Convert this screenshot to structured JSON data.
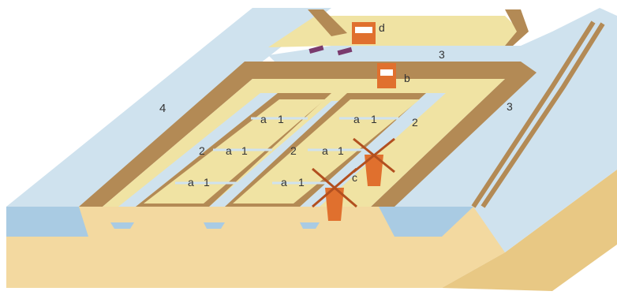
{
  "diagram": {
    "labels": {
      "sluice_a": "a",
      "pump_station_b": "b",
      "windmill_c": "c",
      "pumping_station_d": "d",
      "polder_ditch": "1",
      "polder_drain": "2",
      "storage_canal": "3",
      "ring_canal": "4"
    },
    "colors": {
      "land": "#f0e3a3",
      "land_dark": "#e6d38a",
      "earth": "#f3d9a0",
      "earth_side": "#e8c884",
      "dike": "#b38a55",
      "dike_light": "#d9b37a",
      "water": "#cfe2ee",
      "water_deep": "#a9cbe3",
      "mill": "#e0702e",
      "mill_dark": "#b24f1f",
      "gate": "#7a3b6e"
    },
    "icons": [
      "windmill-icon",
      "pump-house-icon",
      "sluice-gate-icon"
    ]
  }
}
